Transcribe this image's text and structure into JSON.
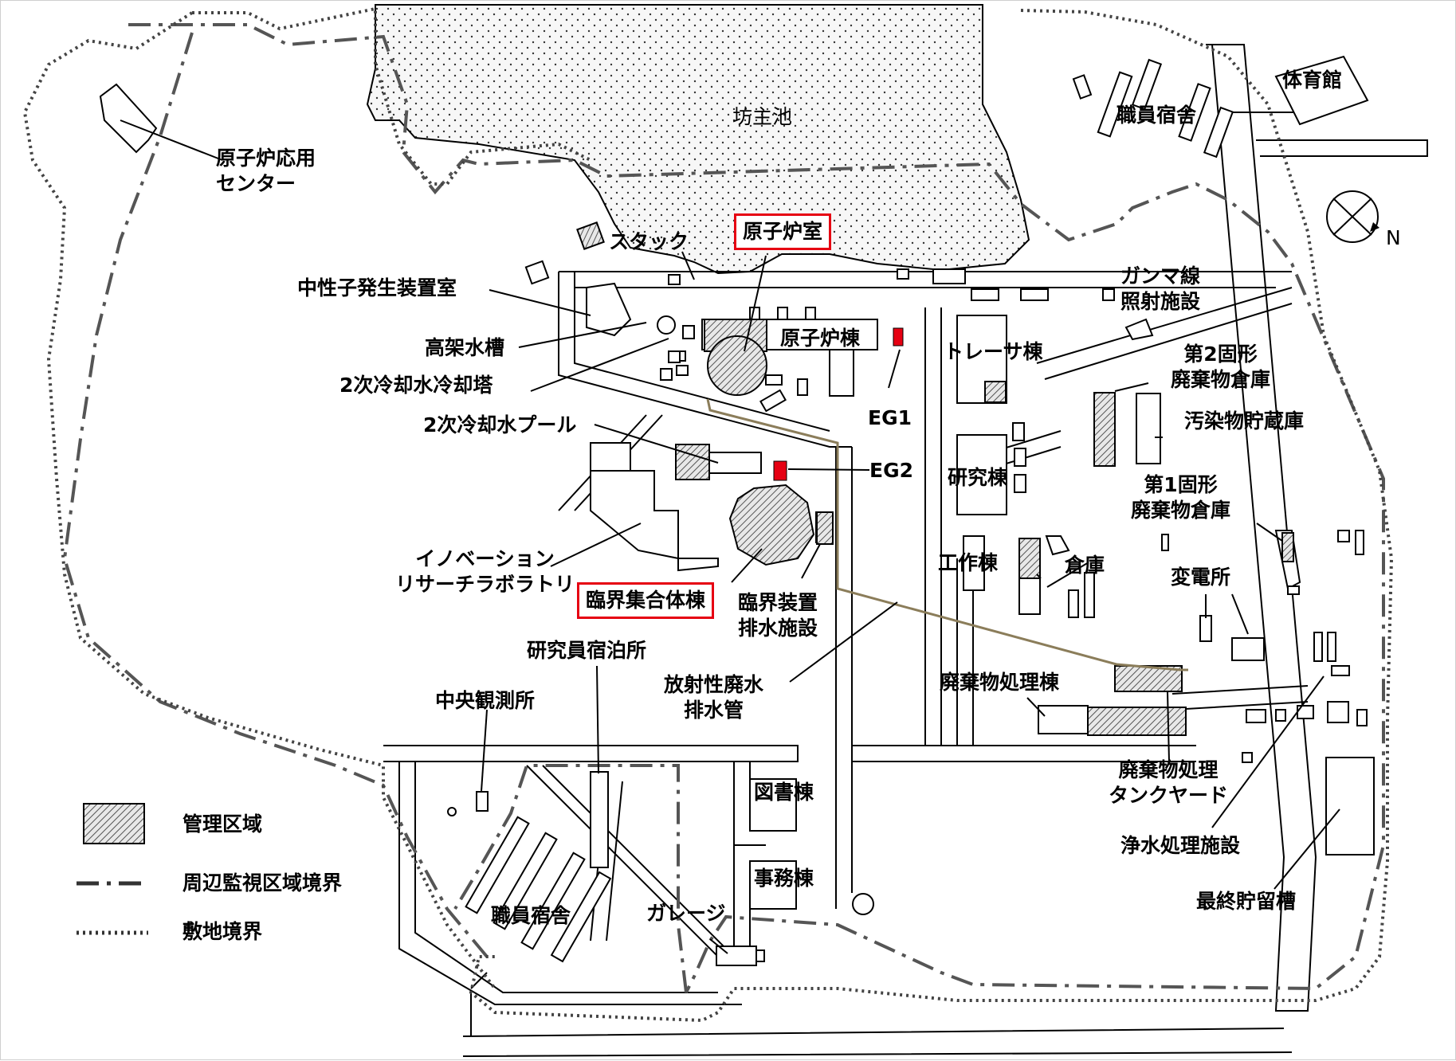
{
  "map": {
    "north": "N",
    "pond": "坊主池",
    "legend": {
      "controlled_area": "管理区域",
      "monitoring_boundary": "周辺監視区域境界",
      "site_boundary": "敷地境界"
    },
    "labels": {
      "gym": "体育館",
      "staff_housing_north": "職員宿舎",
      "reactor_application_center": "原子炉応用\nセンター",
      "reactor_room": "原子炉室",
      "stack": "スタック",
      "neutron_generator_room": "中性子発生装置室",
      "elevated_water_tank": "高架水槽",
      "secondary_cooling_tower": "2次冷却水冷却塔",
      "secondary_cooling_pool": "2次冷却水プール",
      "reactor_building": "原子炉棟",
      "tracer_building": "トレーサ棟",
      "gamma_irradiation": "ガンマ線\n照射施設",
      "solid_waste_storage_2": "第2固形\n廃棄物倉庫",
      "contaminated_storage": "汚染物貯蔵庫",
      "eg1": "EG1",
      "eg2": "EG2",
      "research_building": "研究棟",
      "solid_waste_storage_1": "第1固形\n廃棄物倉庫",
      "innovation_lab": "イノベーション\nリサーチラボラトリ",
      "critical_assembly_building": "臨界集合体棟",
      "critical_drainage": "臨界装置\n排水施設",
      "workshop": "工作棟",
      "warehouse": "倉庫",
      "substation": "変電所",
      "researcher_lodging": "研究員宿泊所",
      "radioactive_drain_pipe": "放射性廃水\n排水管",
      "waste_treatment_building": "廃棄物処理棟",
      "central_observation": "中央観測所",
      "waste_tank_yard": "廃棄物処理\nタンクヤード",
      "water_purification": "浄水処理施設",
      "library": "図書棟",
      "office": "事務棟",
      "final_storage_tank": "最終貯留槽",
      "staff_housing_south": "職員宿舎",
      "garage": "ガレージ"
    }
  },
  "colors": {
    "highlight_box": "#e60012",
    "emergency_generator": "#e60012",
    "drain_pipe": "#8b7d5a",
    "hatch": "#555555",
    "road": "#000000"
  },
  "icons": {
    "compass": "compass-icon",
    "hatch_swatch": "hatched-swatch-icon",
    "dashdot_swatch": "dash-dot-line-icon",
    "dotted_swatch": "dotted-line-icon"
  }
}
